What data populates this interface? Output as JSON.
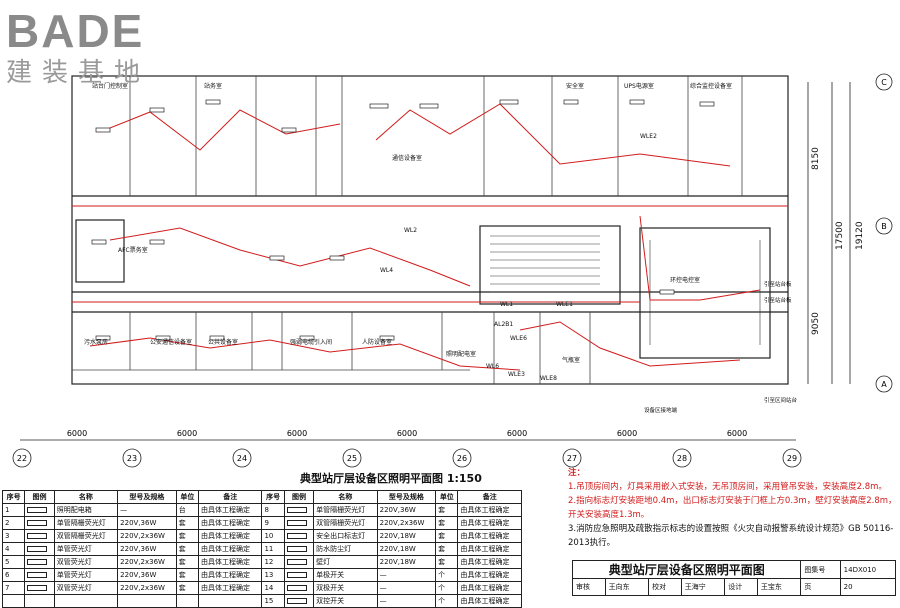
{
  "logo": {
    "main": "BADE",
    "sub": "建装基地"
  },
  "plan": {
    "title": "典型站厅层设备区照明平面图 1:150",
    "axes": [
      "22",
      "23",
      "24",
      "25",
      "26",
      "27",
      "28",
      "29"
    ],
    "bay_dimension": "6000",
    "row_axes": [
      "C",
      "B",
      "A"
    ],
    "dims_right": [
      "8150",
      "17500",
      "19120",
      "9050"
    ],
    "rooms": [
      "站台门控制室",
      "站务室",
      "UPS电源室",
      "安全室",
      "综合监控设备室",
      "AFC票务室",
      "通信设备室",
      "人防设备室",
      "气瓶室",
      "环控电控室",
      "公安通信设备室",
      "公共设备室",
      "强弱电缆引入间",
      "照明配电室",
      "污水泵房"
    ],
    "circuits": [
      "WLE2",
      "WLE1",
      "WLE3",
      "WLE6",
      "WLE8",
      "AL2B1",
      "WL1",
      "WL2",
      "WL6",
      "WL4"
    ],
    "side_notes": [
      "引至站台板",
      "引至站台板",
      "引至区间站台",
      "设备区接地端"
    ]
  },
  "legend": {
    "headers": [
      "序号",
      "图例",
      "名称",
      "型号及规格",
      "单位",
      "备注"
    ],
    "rows_left": [
      [
        "1",
        "",
        "照明配电箱",
        "—",
        "台",
        "由具体工程确定"
      ],
      [
        "2",
        "",
        "单管隔栅荧光灯",
        "220V,36W",
        "套",
        "由具体工程确定"
      ],
      [
        "3",
        "",
        "双管隔栅荧光灯",
        "220V,2x36W",
        "套",
        "由具体工程确定"
      ],
      [
        "4",
        "",
        "单管荧光灯",
        "220V,36W",
        "套",
        "由具体工程确定"
      ],
      [
        "5",
        "",
        "双管荧光灯",
        "220V,2x36W",
        "套",
        "由具体工程确定"
      ],
      [
        "6",
        "",
        "单管荧光灯",
        "220V,36W",
        "套",
        "由具体工程确定"
      ],
      [
        "7",
        "",
        "双管荧光灯",
        "220V,2x36W",
        "套",
        "由具体工程确定"
      ]
    ],
    "rows_right": [
      [
        "8",
        "",
        "单管隔栅荧光灯",
        "220V,36W",
        "套",
        "由具体工程确定"
      ],
      [
        "9",
        "",
        "双管隔栅荧光灯",
        "220V,2x36W",
        "套",
        "由具体工程确定"
      ],
      [
        "10",
        "",
        "安全出口标志灯",
        "220V,18W",
        "套",
        "由具体工程确定"
      ],
      [
        "11",
        "",
        "防水防尘灯",
        "220V,18W",
        "套",
        "由具体工程确定"
      ],
      [
        "12",
        "",
        "壁灯",
        "220V,18W",
        "套",
        "由具体工程确定"
      ],
      [
        "13",
        "",
        "单极开关",
        "—",
        "个",
        "由具体工程确定"
      ],
      [
        "14",
        "",
        "双极开关",
        "—",
        "个",
        "由具体工程确定"
      ],
      [
        "15",
        "",
        "双控开关",
        "—",
        "个",
        "由具体工程确定"
      ]
    ]
  },
  "notes": {
    "title": "注：",
    "items": [
      "1.吊顶房间内，灯具采用嵌入式安装，无吊顶房间，采用管吊安装，安装高度2.8m。",
      "2.指向标志灯安装距地0.4m，出口标志灯安装于门框上方0.3m，壁灯安装高度2.8m，开关安装高度1.3m。",
      "3.消防应急照明及疏散指示标志的设置按照《火灾自动报警系统设计规范》GB 50116-2013执行。"
    ]
  },
  "title_block": {
    "title": "典型站厅层设备区照明平面图",
    "atlas_label": "图集号",
    "atlas_no": "14DX010",
    "row2": [
      "审核",
      "王向东",
      "校对",
      "王海宁",
      "设计",
      "王宝东",
      "页",
      "20"
    ]
  },
  "colors": {
    "wire_red": "#d21b1b",
    "line": "#222222"
  }
}
